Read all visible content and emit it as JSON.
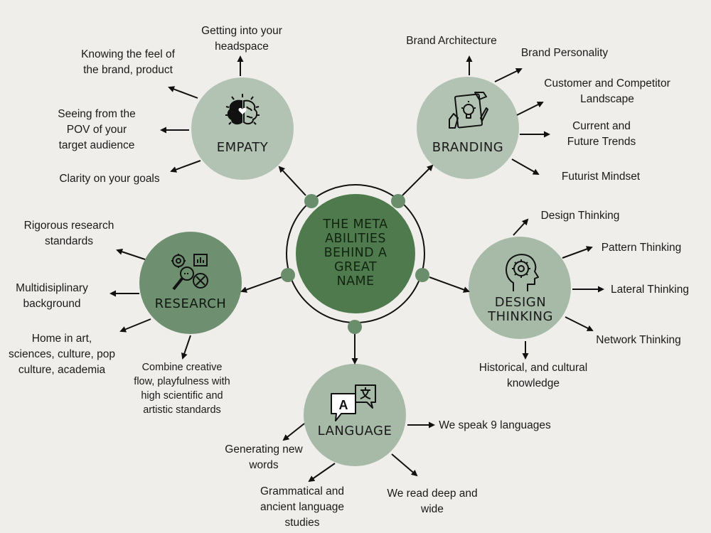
{
  "center": {
    "lines": [
      "THE META",
      "ABILITIES",
      "BEHIND A",
      "GREAT",
      "NAME"
    ]
  },
  "nodes": {
    "empaty": {
      "title": "EMPATY",
      "icon": "brain-heart-icon"
    },
    "branding": {
      "title": "BRANDING",
      "icon": "idea-hands-icon"
    },
    "research": {
      "title": "RESEARCH",
      "icon": "research-tools-icon"
    },
    "design": {
      "title_lines": [
        "DESIGN",
        "THINKING"
      ],
      "icon": "head-gear-icon"
    },
    "language": {
      "title": "LANGUAGE",
      "icon": "translate-bubbles-icon"
    }
  },
  "labels": {
    "empaty": {
      "headspace": [
        "Getting into your",
        "headspace"
      ],
      "feel": [
        "Knowing the feel of",
        "the brand, product"
      ],
      "pov": [
        "Seeing from the",
        "POV of your",
        "target audience"
      ],
      "goals": [
        "Clarity on your goals"
      ]
    },
    "branding": {
      "architecture": [
        "Brand Architecture"
      ],
      "personality": [
        "Brand Personality"
      ],
      "landscape": [
        "Customer and Competitor",
        "Landscape"
      ],
      "trends": [
        "Current and",
        "Future Trends"
      ],
      "futurist": [
        "Futurist Mindset"
      ]
    },
    "research": {
      "rigorous": [
        "Rigorous  research",
        "standards"
      ],
      "multi": [
        "Multidisiplinary",
        "background"
      ],
      "home": [
        "Home in art,",
        "sciences, culture, pop",
        "culture, academia"
      ],
      "combine": [
        "Combine creative",
        "flow, playfulness with",
        "high scientific and",
        "artistic standards"
      ]
    },
    "design": {
      "design": [
        "Design Thinking"
      ],
      "pattern": [
        "Pattern Thinking"
      ],
      "lateral": [
        "Lateral Thinking"
      ],
      "network": [
        "Network Thinking"
      ],
      "historical": [
        "Historical, and cultural",
        "knowledge"
      ]
    },
    "language": {
      "speak": [
        "We speak 9 languages"
      ],
      "generating": [
        "Generating new",
        "words"
      ],
      "grammatical": [
        "Grammatical and",
        "ancient language",
        "studies"
      ],
      "read": [
        "We read deep and",
        "wide"
      ]
    }
  },
  "colors": {
    "background": "#efeeea",
    "center_fill": "#4f7a4d",
    "dark_node": "#6f8f71",
    "light_node": "#b3c3b3",
    "connector_dot": "#6a8e6b",
    "line": "#111111"
  }
}
